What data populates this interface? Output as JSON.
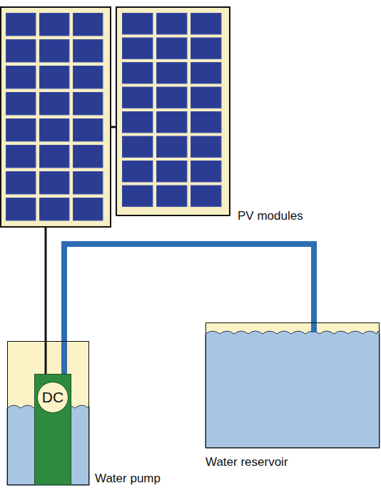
{
  "diagram": {
    "nodes": [
      {
        "text": [
          "PV modules"
        ]
      },
      {
        "text": [
          "Water pump"
        ]
      },
      {
        "text": [
          "DC"
        ],
        "in": 1
      },
      {
        "text": [
          "Water reservoir"
        ]
      }
    ],
    "edges": [
      {
        "from": 0,
        "to": 2,
        "arrow": "none"
      },
      {
        "from": 2,
        "to": 3,
        "arrow": "none"
      }
    ]
  }
}
